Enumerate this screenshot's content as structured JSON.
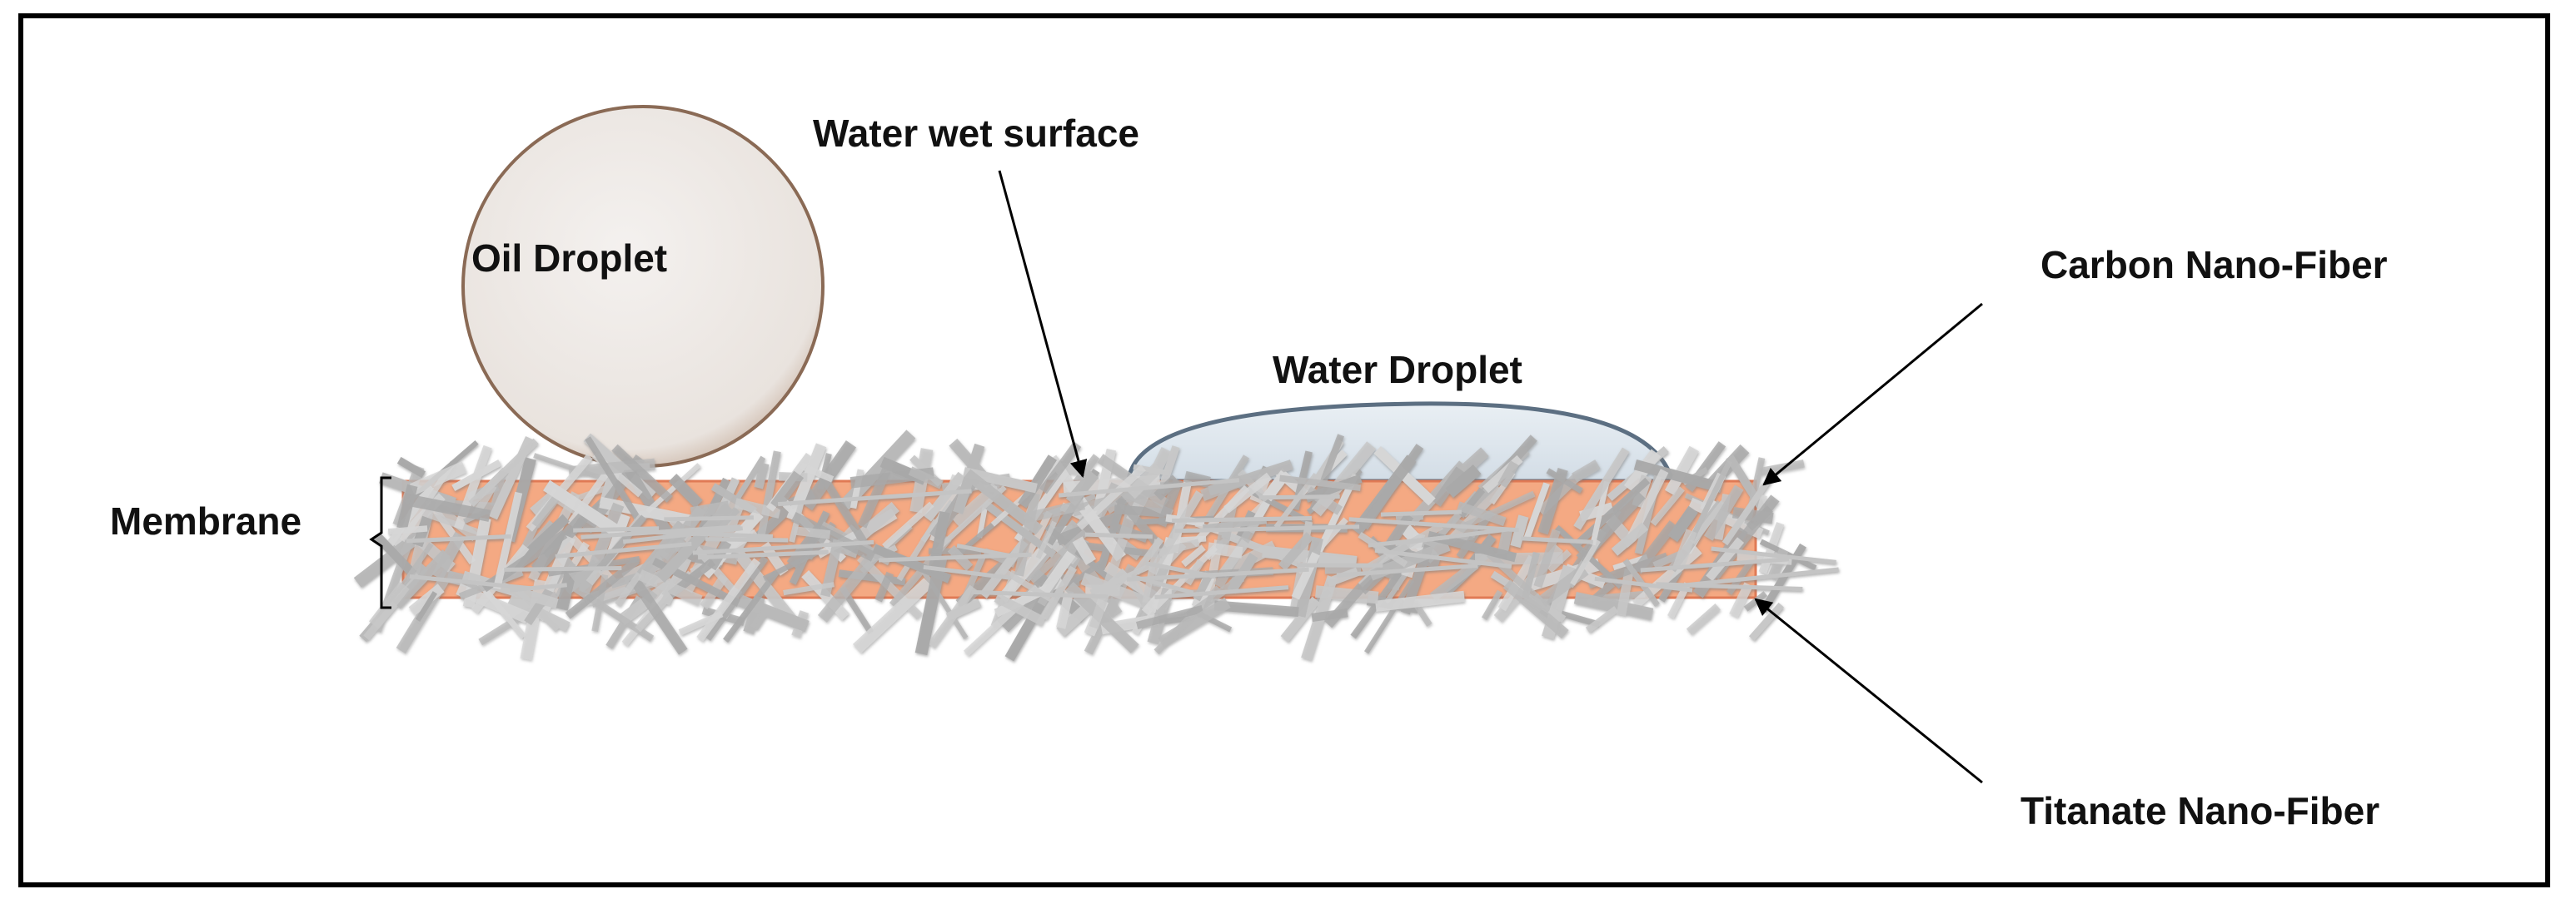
{
  "labels": {
    "oil_droplet": "Oil Droplet",
    "water_wet_surface": "Water wet surface",
    "water_droplet": "Water Droplet",
    "carbon_nano_fiber": "Carbon Nano-Fiber",
    "membrane": "Membrane",
    "titanate_nano_fiber": "Titanate Nano-Fiber"
  },
  "colors": {
    "frame": "#000000",
    "membrane_fill": "#f4a983",
    "membrane_edge": "#e07a55",
    "fiber": "#b9b9b9",
    "fiber_light": "#d6d6d6",
    "oil_fill": "#ede9e6",
    "oil_edge": "#8a6a55",
    "water_fill": "#dde5ec",
    "water_edge": "#5c6f82",
    "text": "#111111"
  }
}
